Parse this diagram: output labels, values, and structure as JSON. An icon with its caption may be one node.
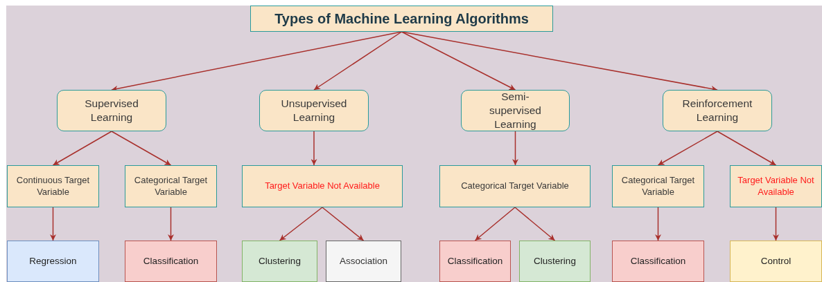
{
  "diagram": {
    "nodes": [
      {
        "text": [
          "Types of Machine Learning Algorithms"
        ]
      },
      {
        "text": [
          "Supervised Learning"
        ]
      },
      {
        "text": [
          "Unsupervised Learning"
        ]
      },
      {
        "text": [
          "Semi-supervised Learning"
        ]
      },
      {
        "text": [
          "Reinforcement Learning"
        ]
      },
      {
        "text": [
          "Continuous Target Variable"
        ]
      },
      {
        "text": [
          "Categorical Target Variable"
        ]
      },
      {
        "text": [
          "Target Variable Not Available"
        ]
      },
      {
        "text": [
          "Categorical Target Variable"
        ]
      },
      {
        "text": [
          "Categorical Target Variable"
        ]
      },
      {
        "text": [
          "Target Variable Not Available"
        ]
      },
      {
        "text": [
          "Regression"
        ]
      },
      {
        "text": [
          "Classification"
        ]
      },
      {
        "text": [
          "Clustering"
        ]
      },
      {
        "text": [
          "Association"
        ]
      },
      {
        "text": [
          "Classification"
        ]
      },
      {
        "text": [
          "Clustering"
        ]
      },
      {
        "text": [
          "Classification"
        ]
      },
      {
        "text": [
          "Control"
        ]
      }
    ],
    "edges": [
      {
        "from": 0,
        "to": 1,
        "arrow": "to"
      },
      {
        "from": 0,
        "to": 2,
        "arrow": "to"
      },
      {
        "from": 0,
        "to": 3,
        "arrow": "to"
      },
      {
        "from": 0,
        "to": 4,
        "arrow": "to"
      },
      {
        "from": 1,
        "to": 5,
        "arrow": "to"
      },
      {
        "from": 1,
        "to": 6,
        "arrow": "to"
      },
      {
        "from": 2,
        "to": 7,
        "arrow": "to"
      },
      {
        "from": 3,
        "to": 8,
        "arrow": "to"
      },
      {
        "from": 4,
        "to": 9,
        "arrow": "to"
      },
      {
        "from": 4,
        "to": 10,
        "arrow": "to"
      },
      {
        "from": 5,
        "to": 11,
        "arrow": "to"
      },
      {
        "from": 6,
        "to": 12,
        "arrow": "to"
      },
      {
        "from": 7,
        "to": 13,
        "arrow": "to"
      },
      {
        "from": 7,
        "to": 14,
        "arrow": "to"
      },
      {
        "from": 8,
        "to": 15,
        "arrow": "to"
      },
      {
        "from": 8,
        "to": 16,
        "arrow": "to"
      },
      {
        "from": 9,
        "to": 17,
        "arrow": "to"
      },
      {
        "from": 10,
        "to": 18,
        "arrow": "to"
      }
    ]
  }
}
